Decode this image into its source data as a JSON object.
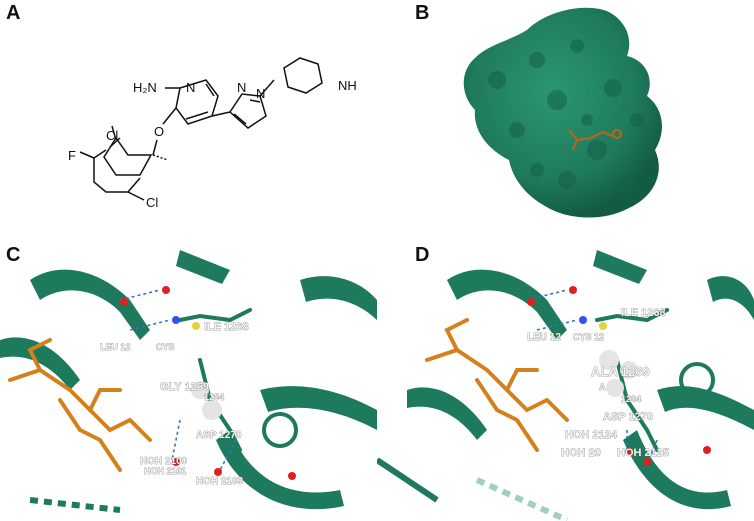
{
  "panels": {
    "a": {
      "letter": "A"
    },
    "b": {
      "letter": "B"
    },
    "c": {
      "letter": "C"
    },
    "d": {
      "letter": "D"
    }
  },
  "molecule": {
    "amine": "H₂N",
    "n_pyridine": "N",
    "n_pyrazole1": "N",
    "n_pyrazole2": "N",
    "nh_piperidine": "NH",
    "oxygen": "O",
    "chloro_top": "Cl",
    "chloro_bottom": "Cl",
    "fluoro": "F"
  },
  "colors": {
    "protein": "#1e7a5c",
    "protein_dark": "#145a43",
    "ligand": "#d4801c",
    "hbond": "#3b6fc4",
    "oxygen_atom": "#e0201c",
    "nitrogen_atom": "#3050f8",
    "sulfur_atom": "#e6d23a"
  },
  "labels_c": {
    "ile": "ILE 1268",
    "leu": "LEU 12",
    "cys": "CYS",
    "gly": "GLY 1269",
    "x1264": "1264",
    "asp": "ASP 1270",
    "hoh2100": "HOH 2100",
    "hoh2101": "HOH 2101",
    "hoh2103": "HOH 2103"
  },
  "labels_d": {
    "leu": "LEU 12",
    "cys": "CYS 12",
    "ile": "ILE 1268",
    "ala": "ALA 1269",
    "a1264": "A",
    "x1264": "1264",
    "asp": "ASP 1270",
    "hoh2124": "HOH 2124",
    "hoh20": "HOH 20",
    "hoh2125": "HOH 2125"
  }
}
